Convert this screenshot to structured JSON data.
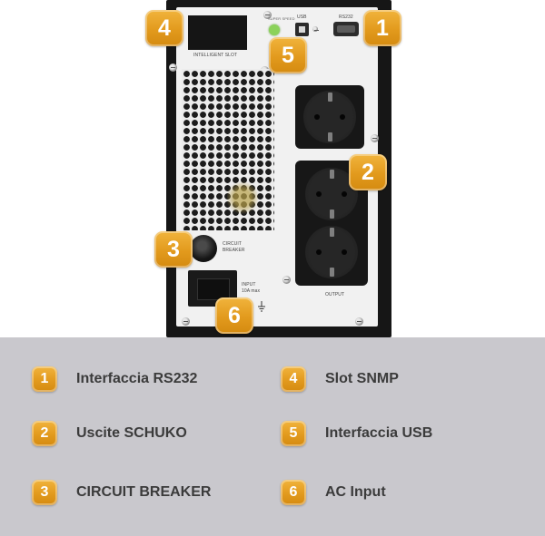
{
  "panel": {
    "intelligent_slot_label": "INTELLIGENT SLOT",
    "usb_label": "USB",
    "rs232_label": "RS232",
    "led_label": "SUPER SPEED",
    "circuit_breaker_label_line1": "CIRCUIT",
    "circuit_breaker_label_line2": "BREAKER",
    "input_label_line1": "INPUT",
    "input_label_line2": "10A max",
    "output_label": "OUTPUT"
  },
  "callouts": [
    {
      "number": "1"
    },
    {
      "number": "2"
    },
    {
      "number": "3"
    },
    {
      "number": "4"
    },
    {
      "number": "5"
    },
    {
      "number": "6"
    }
  ],
  "legend": [
    {
      "number": "1",
      "label": "Interfaccia RS232"
    },
    {
      "number": "2",
      "label": "Uscite SCHUKO"
    },
    {
      "number": "3",
      "label": "CIRCUIT BREAKER"
    },
    {
      "number": "4",
      "label": "Slot SNMP"
    },
    {
      "number": "5",
      "label": "Interfaccia USB"
    },
    {
      "number": "6",
      "label": "AC Input"
    }
  ],
  "colors": {
    "badge": "#e29a1d",
    "legend_background": "#c9c8cd",
    "legend_text": "#3b3b3b",
    "ups_body": "#161616",
    "ups_panel": "#f1f1f1"
  }
}
